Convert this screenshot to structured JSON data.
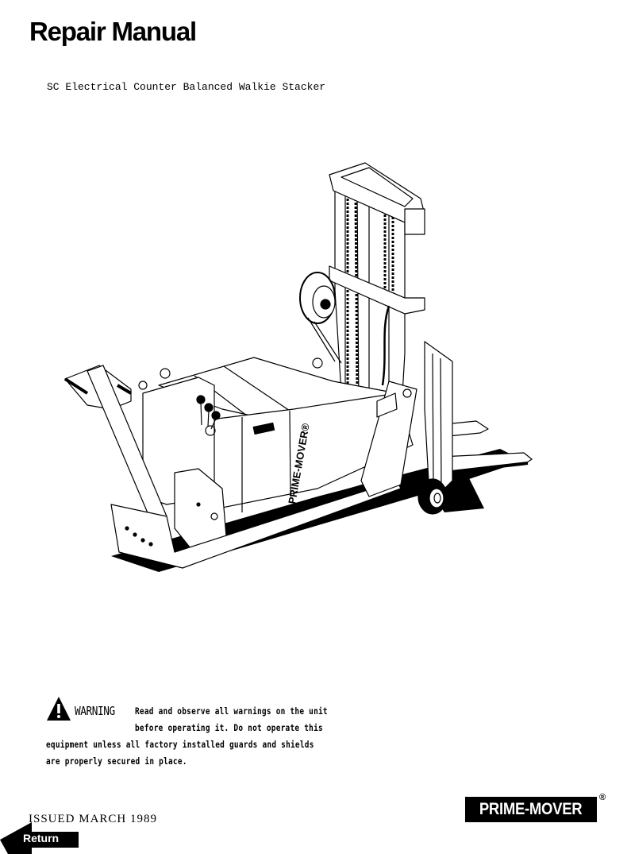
{
  "document": {
    "title": "Repair Manual",
    "subtitle": "SC Electrical Counter Balanced Walkie Stacker",
    "illustration": {
      "subject": "forklift-walkie-stacker-icon",
      "side_label": "PRIME-MOVER®"
    },
    "warning": {
      "icon": "warning-triangle-icon",
      "label": "WARNING",
      "lines": [
        "Read and observe all warnings on the unit",
        "before operating it.  Do not operate this",
        "equipment unless all factory installed guards and shields",
        "are properly secured in place."
      ]
    },
    "issued": "ISSUED  MARCH  1989",
    "brand": {
      "logo_text": "PRIME-MOVER",
      "registered_mark": "®"
    }
  },
  "navigation": {
    "return_label": "Return",
    "return_icon": "arrow-left-icon"
  },
  "colors": {
    "page_background": "#ffffff",
    "ink": "#000000",
    "logo_background": "#000000",
    "logo_text": "#ffffff"
  }
}
